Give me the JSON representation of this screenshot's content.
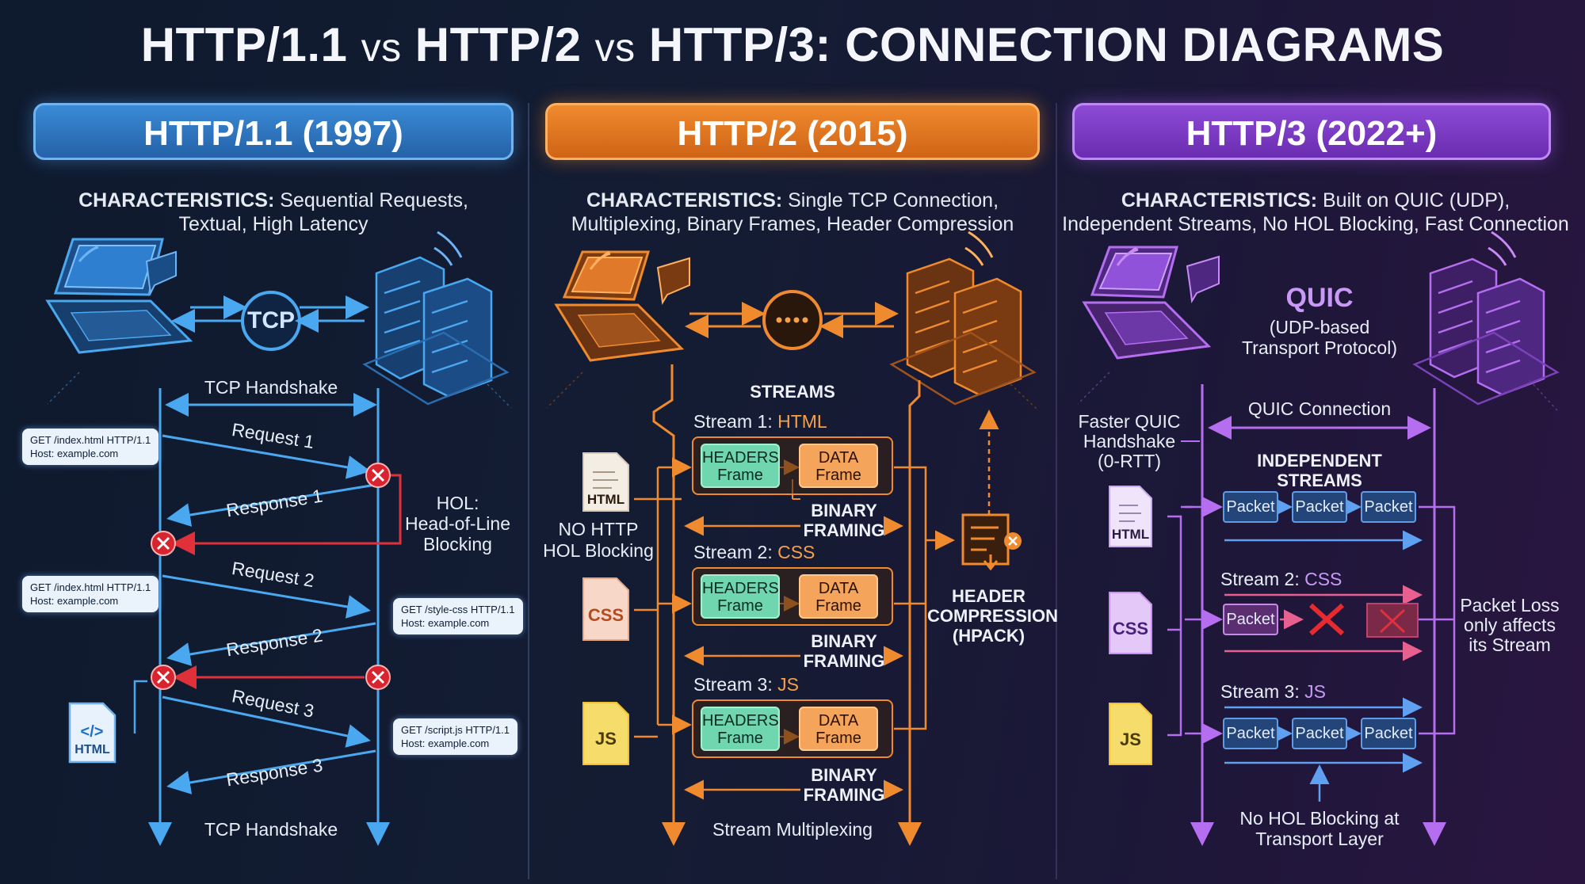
{
  "title": {
    "p1": "HTTP/1.1",
    "vs1": "vs",
    "p2": "HTTP/2",
    "vs2": "vs",
    "p3": "HTTP/3: CONNECTION DIAGRAMS"
  },
  "http1": {
    "header": "HTTP/1.1 (1997)",
    "char_label": "CHARACTERISTICS:",
    "char_text": "Sequential Requests,",
    "char_text2": "Textual, High Latency",
    "tcp": "TCP",
    "handshake_top": "TCP Handshake",
    "handshake_bottom": "TCP Handshake",
    "request1": "Request 1",
    "response1": "Response 1",
    "request2": "Request 2",
    "response2": "Response 2",
    "request3": "Request 3",
    "response3": "Response 3",
    "hol1": "HOL:",
    "hol2": "Head-of-Line",
    "hol3": "Blocking",
    "bubble1": {
      "line1": "GET /index.html HTTP/1.1",
      "line2": "Host: example.com"
    },
    "bubble2": {
      "line1": "GET /index.html HTTP/1.1",
      "line2": "Host: example.com"
    },
    "bubble3": {
      "line1": "GET /style-css HTTP/1.1",
      "line2": "Host: example.com"
    },
    "bubble4": {
      "line1": "GET /script.js HTTP/1.1",
      "line2": "Host: example.com"
    },
    "file": "HTML"
  },
  "http2": {
    "header": "HTTP/2 (2015)",
    "char_label": "CHARACTERISTICS:",
    "char_text": "Single TCP Connection,",
    "char_text2": "Multiplexing, Binary Frames, Header Compression",
    "streams": "STREAMS",
    "stream1": {
      "label": "Stream 1:",
      "type": "HTML"
    },
    "stream2": {
      "label": "Stream 2:",
      "type": "CSS"
    },
    "stream3": {
      "label": "Stream 3:",
      "type": "JS"
    },
    "headers_frame": "HEADERS Frame",
    "data_frame": "DATA Frame",
    "binary1": "BINARY",
    "binary2": "FRAMING",
    "no_hol1": "NO HTTP",
    "no_hol2": "HOL Blocking",
    "header_comp1": "HEADER",
    "header_comp2": "COMPRESSION",
    "header_comp3": "(HPACK)",
    "multiplexing": "Stream Multiplexing",
    "files": [
      "HTML",
      "CSS",
      "JS"
    ]
  },
  "http3": {
    "header": "HTTP/3 (2022+)",
    "char_label": "CHARACTERISTICS:",
    "char_text": "Built on QUIC (UDP),",
    "char_text2": "Independent Streams, No HOL Blocking, Fast Connection",
    "quic": "QUIC",
    "quic_sub1": "(UDP-based",
    "quic_sub2": "Transport Protocol)",
    "quic_connection": "QUIC Connection",
    "faster1": "Faster QUIC",
    "faster2": "Handshake",
    "faster3": "(0-RTT)",
    "independent": "INDEPENDENT STREAMS",
    "stream2": {
      "label": "Stream 2:",
      "type": "CSS"
    },
    "stream3": {
      "label": "Stream 3:",
      "type": "JS"
    },
    "packet": "Packet",
    "loss1": "Packet Loss",
    "loss2": "only affects",
    "loss3": "its Stream",
    "nohol1": "No HOL Blocking at",
    "nohol2": "Transport Layer",
    "files": [
      "HTML",
      "CSS",
      "JS"
    ]
  },
  "colors": {
    "blue": "#4aa8f0",
    "orange": "#f08a2e",
    "purple": "#b56ef0",
    "red": "#e0303a"
  }
}
